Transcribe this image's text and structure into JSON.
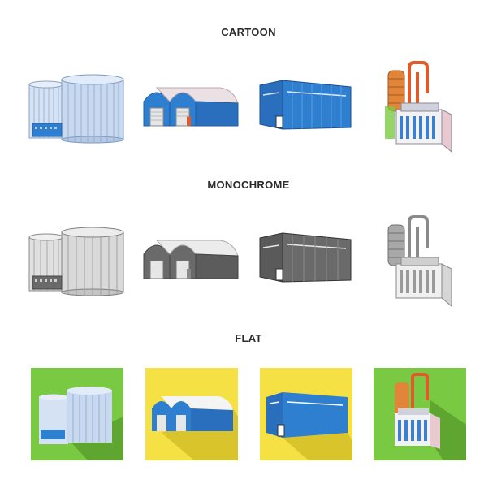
{
  "sections": {
    "cartoon": {
      "title": "CARTOON"
    },
    "monochrome": {
      "title": "MONOCHROME"
    },
    "flat": {
      "title": "FLAT"
    }
  },
  "icons": [
    "storage-tanks-icon",
    "hangar-icon",
    "warehouse-icon",
    "factory-plant-icon"
  ],
  "colors": {
    "cartoon_blue": "#2f7fd1",
    "cartoon_tank": "#c8d9ef",
    "cartoon_pipe": "#e35a2a",
    "cartoon_plant_orange": "#e0853a",
    "mono_dark": "#6a6a6a",
    "mono_light": "#d9d9d9",
    "flat_green": "#7ac943",
    "flat_yellow": "#f5e143",
    "flat_shadow_green": "#5ea62f",
    "flat_shadow_yellow": "#d9c52b"
  }
}
